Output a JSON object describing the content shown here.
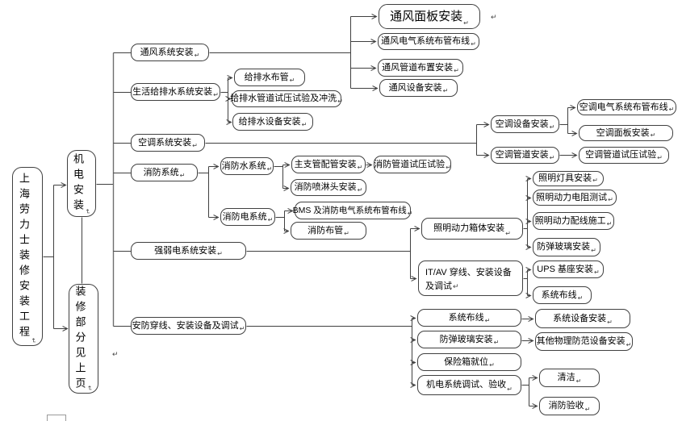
{
  "pmark": "↵",
  "colors": {
    "line": "#404040",
    "trunk": "#6e6e6e",
    "box_border": "#404040",
    "box_fill": "#ffffff"
  },
  "nodes": {
    "root": {
      "label": "上海劳力士装修安装工程"
    },
    "jidian": {
      "label": "机电安装"
    },
    "zhuangxiu": {
      "label": "装修部分见上页"
    },
    "tongfeng": {
      "label": "通风系统安装"
    },
    "jishui": {
      "label": "生活给排水系统安装"
    },
    "kongtiao": {
      "label": "空调系统安装"
    },
    "xiaofang": {
      "label": "消防系统"
    },
    "qrd": {
      "label": "强弱电系统安装"
    },
    "anfang": {
      "label": "安防穿线、安装设备及调试"
    },
    "tfmb": {
      "label": "通风面板安装"
    },
    "tfdq": {
      "label": "通风电气系统布管布线"
    },
    "tfgd": {
      "label": "通风管道布置安装"
    },
    "tfsb": {
      "label": "通风设备安装"
    },
    "jpsbg": {
      "label": "给排水布管"
    },
    "jpssy": {
      "label": "给排水管道试压试验及冲洗"
    },
    "jpssb": {
      "label": "给排水设备安装"
    },
    "ktsb": {
      "label": "空调设备安装"
    },
    "ktgd": {
      "label": "空调管道安装"
    },
    "ktdq": {
      "label": "空调电气系统布管布线"
    },
    "ktmb": {
      "label": "空调面板安装"
    },
    "ktsy": {
      "label": "空调管道试压试验"
    },
    "xfs": {
      "label": "消防水系统"
    },
    "xfd": {
      "label": "消防电系统"
    },
    "zzg": {
      "label": "主支管配管安装"
    },
    "pld": {
      "label": "消防喷淋头安装"
    },
    "xfsy": {
      "label": "消防管道试压试验"
    },
    "bms": {
      "label": "BMS 及消防电气系统布管布线"
    },
    "xfbg": {
      "label": "消防布管"
    },
    "zmx": {
      "label": "照明动力箱体安装"
    },
    "itav": {
      "label": "IT/AV 穿线、安装设备及调试"
    },
    "zmdj": {
      "label": "照明灯具安装"
    },
    "zmdz": {
      "label": "照明动力电阻测试"
    },
    "zmpx": {
      "label": "照明动力配线施工"
    },
    "fbl1": {
      "label": "防弹玻璃安装"
    },
    "ups": {
      "label": "UPS 基座安装"
    },
    "xtbx1": {
      "label": "系统布线"
    },
    "xtbx2": {
      "label": "系统布线"
    },
    "fbl2": {
      "label": "防弹玻璃安装"
    },
    "bxx": {
      "label": "保险箱就位"
    },
    "jdts": {
      "label": "机电系统调试、验收"
    },
    "xtsb": {
      "label": "系统设备安装"
    },
    "qtwl": {
      "label": "其他物理防范设备安装"
    },
    "qj": {
      "label": "清洁"
    },
    "xfys": {
      "label": "消防验收"
    }
  }
}
